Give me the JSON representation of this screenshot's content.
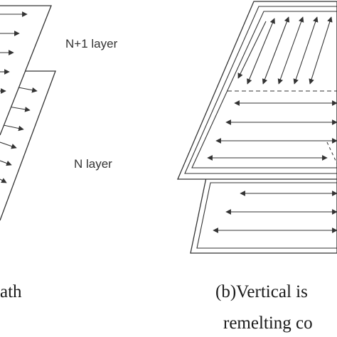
{
  "labels": {
    "upper_layer": "N+1 layer",
    "lower_layer": "N layer",
    "caption_a_fragment": "ath",
    "caption_b_line1": "(b)Vertical is",
    "caption_b_line2": "remelting co"
  },
  "colors": {
    "line": "#333333",
    "background": "#ffffff"
  }
}
